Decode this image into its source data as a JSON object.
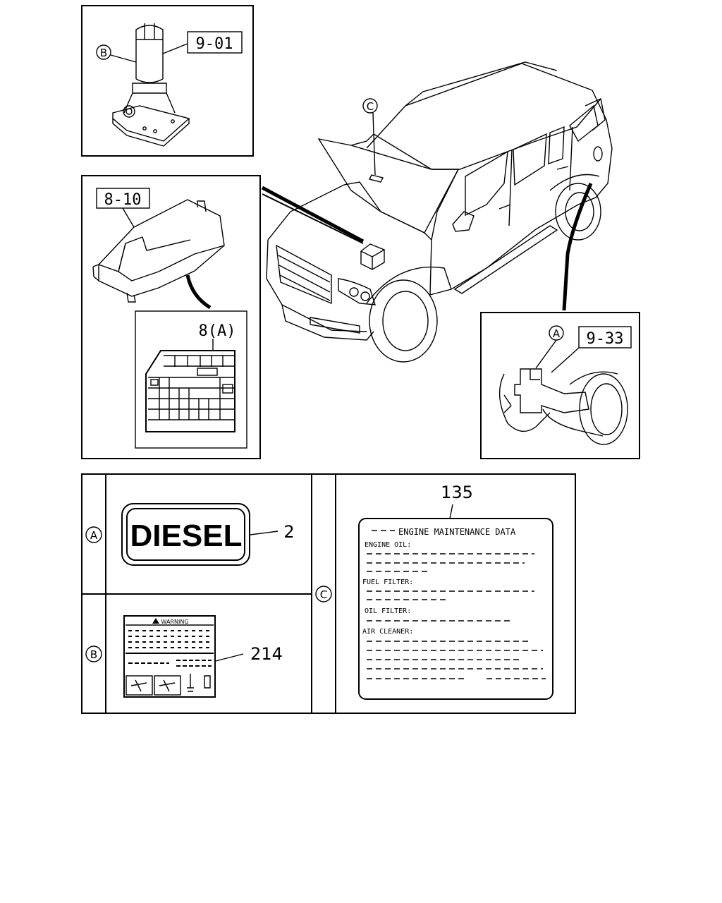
{
  "callouts": {
    "jack_part": "9-01",
    "fuse_box_part": "8-10",
    "fuse_label_part": "8(A)",
    "fuel_part": "9-33",
    "diesel_part": "2",
    "warning_part": "214",
    "maintenance_part": "135"
  },
  "markers": {
    "a": "A",
    "b": "B",
    "c": "C"
  },
  "diesel_label": {
    "text": "DIESEL"
  },
  "warning_label": {
    "title": "WARNING"
  },
  "maintenance_label": {
    "title": "ENGINE MAINTENANCE DATA",
    "lines": [
      "ENGINE OIL:",
      "FUEL FILTER:",
      "OIL FILTER:",
      "AIR CLEANER:"
    ]
  }
}
